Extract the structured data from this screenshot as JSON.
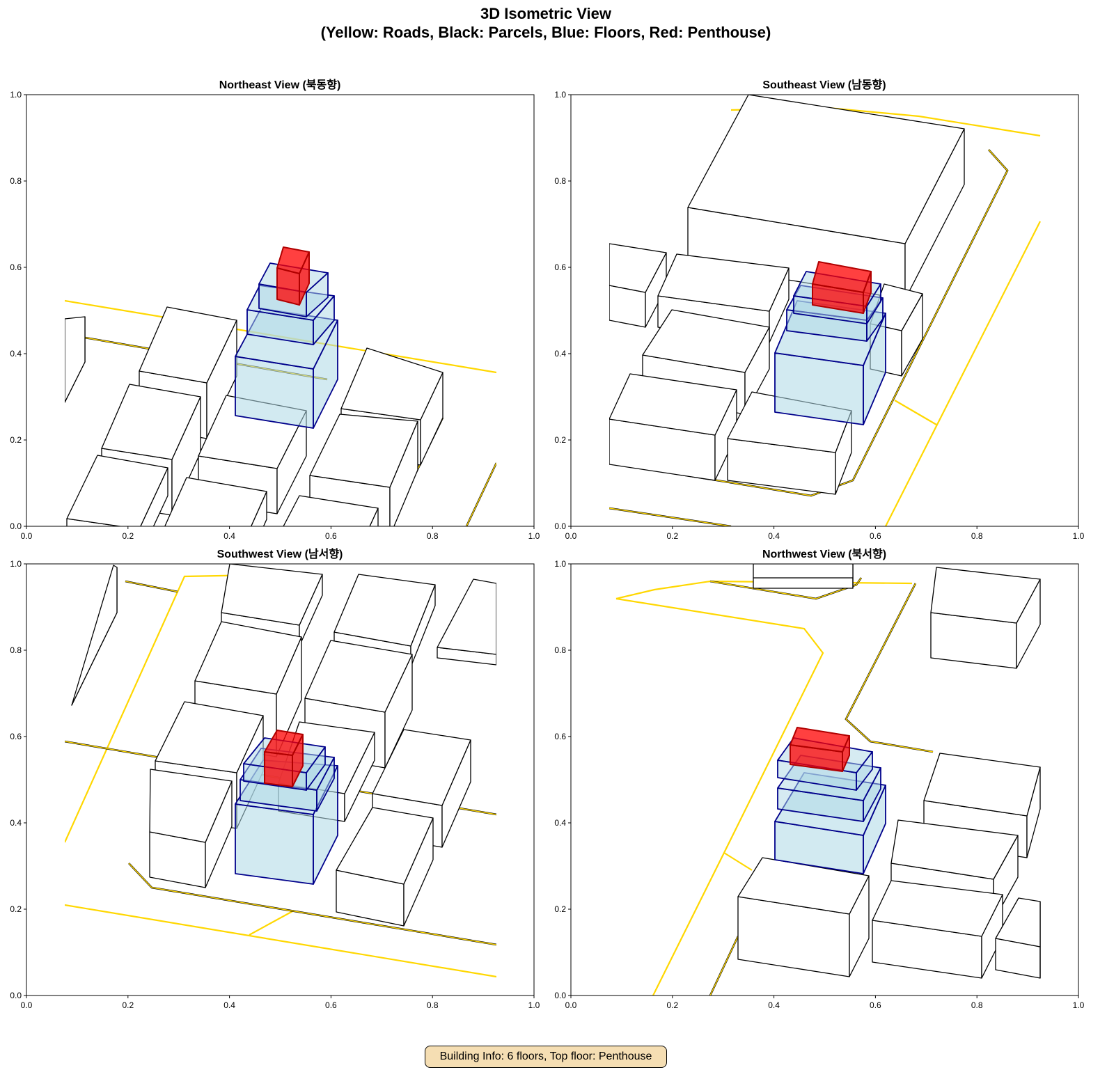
{
  "figure": {
    "title_line1": "3D Isometric View",
    "title_line2": "(Yellow: Roads, Black: Parcels, Blue: Floors, Red: Penthouse)"
  },
  "panels": [
    {
      "title": "Northeast View (북동향)"
    },
    {
      "title": "Southeast View (남동향)"
    },
    {
      "title": "Southwest View (남서향)"
    },
    {
      "title": "Northwest View (북서향)"
    }
  ],
  "axis_ticks": [
    "0.0",
    "0.2",
    "0.4",
    "0.6",
    "0.8",
    "1.0"
  ],
  "colors": {
    "road": "#ffd700",
    "parcel": "#000000",
    "floor_fill": "#add8e6",
    "floor_edge": "#00008b",
    "penthouse": "#ff0000"
  },
  "info": {
    "text": "Building Info: 6 floors, Top floor: Penthouse"
  }
}
